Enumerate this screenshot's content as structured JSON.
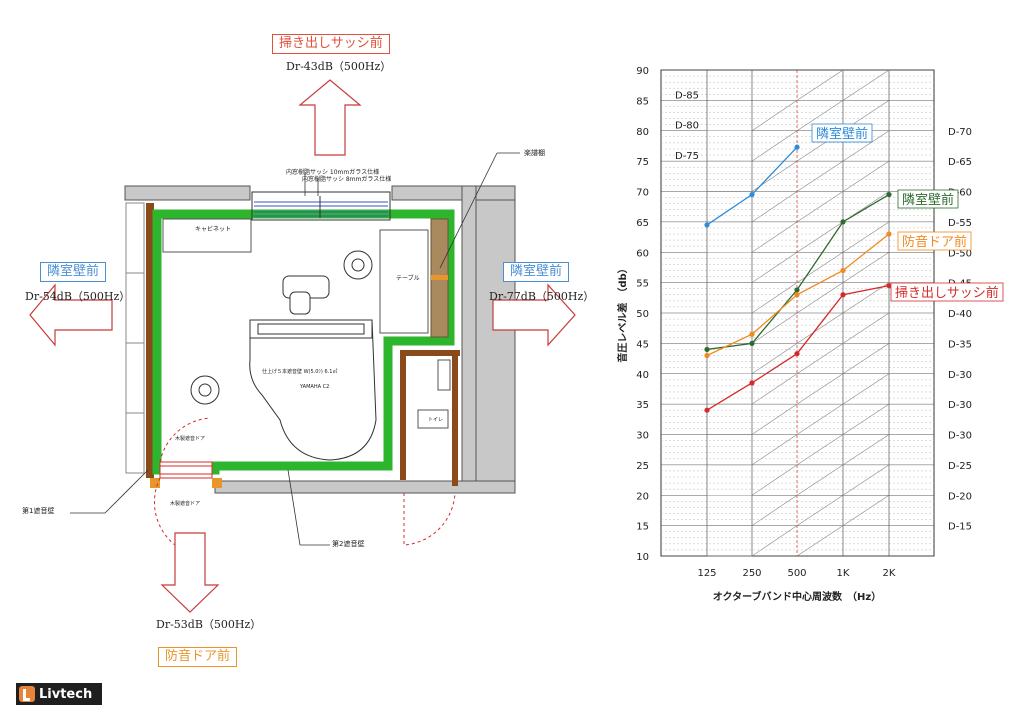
{
  "floor_plan": {
    "labels": {
      "top": {
        "title": "掃き出しサッシ前",
        "value": "Dr-43dB（500Hz）",
        "color": "#e0503a"
      },
      "left": {
        "title": "隣室壁前",
        "value": "Dr-54dB（500Hz）",
        "color": "#4a8fd4"
      },
      "right": {
        "title": "隣室壁前",
        "value": "Dr-77dB（500Hz）",
        "color": "#4a8fd4"
      },
      "bottom": {
        "title": "防音ドア前",
        "value": "Dr-53dB（500Hz）",
        "color": "#e8962b"
      }
    },
    "annotations": {
      "sash1": "内窓樹脂サッシ 10mmガラス仕様",
      "sash2": "内窓樹脂サッシ 8mmガラス仕様",
      "cabinet": "キャビネット",
      "table": "テーブル",
      "shelf": "楽譜棚",
      "door": "木製遮音ドア",
      "door2": "木製遮音ドア",
      "toilet": "トイレ",
      "piano1": "仕上げ５本遮音壁 W(5.0ｼ) 6.1㎡",
      "piano2": "YAMAHA C2",
      "wall1": "第1遮音壁",
      "wall2": "第2遮音壁"
    }
  },
  "chart_data": {
    "type": "line",
    "categories": [
      "125",
      "250",
      "500",
      "1K",
      "2K"
    ],
    "xlabel": "オクターブバンド中心周波数　（Hz）",
    "ylabel": "音圧レベル差　（db）",
    "ylim": [
      10,
      90
    ],
    "yticks": [
      10,
      15,
      20,
      25,
      30,
      35,
      40,
      45,
      50,
      55,
      60,
      65,
      70,
      75,
      80,
      85,
      90
    ],
    "d_labels_left": [
      "D-85",
      "D-80",
      "D-75"
    ],
    "d_labels_right": [
      "D-70",
      "D-65",
      "D-60",
      "D-55",
      "D-50",
      "D-45",
      "D-40",
      "D-35",
      "D-30",
      "D-30",
      "D-30",
      "D-25",
      "D-20",
      "D-15"
    ],
    "series": [
      {
        "name": "隣室壁前",
        "color": "#2e8bd8",
        "values": [
          64.5,
          69.5,
          77.3,
          null,
          null
        ]
      },
      {
        "name": "隣室壁前",
        "color": "#2f6b2f",
        "values": [
          44,
          45,
          53.8,
          65,
          69.5
        ]
      },
      {
        "name": "防音ドア前",
        "color": "#f08a20",
        "values": [
          43,
          46.5,
          53,
          57,
          63
        ]
      },
      {
        "name": "掃き出しサッシ前",
        "color": "#d62a2a",
        "values": [
          34,
          38.5,
          43.3,
          53,
          54.5
        ]
      }
    ]
  },
  "logo": {
    "text": "Livtech"
  }
}
